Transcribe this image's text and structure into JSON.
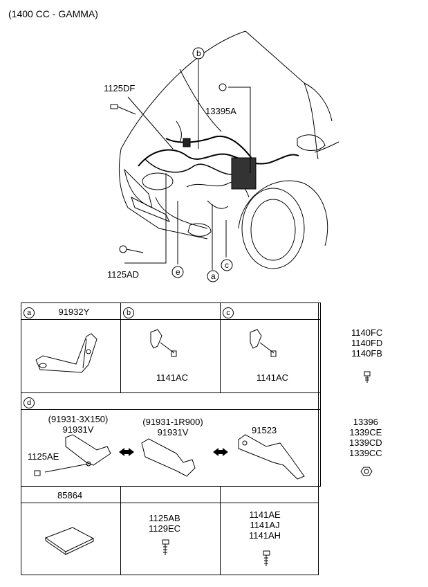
{
  "title": "(1400 CC - GAMMA)",
  "callouts": {
    "c1125DF": "1125DF",
    "c13395A": "13395A",
    "c1125AD": "1125AD",
    "b": "b",
    "c": "c",
    "a": "a",
    "e": "e"
  },
  "table": {
    "row1": {
      "a_letter": "a",
      "a_code": "91932Y",
      "b_letter": "b",
      "b_part": "1141AC",
      "c_letter": "c",
      "c_part": "1141AC",
      "fasteners": [
        "1140FC",
        "1140FD",
        "1140FB"
      ]
    },
    "row2": {
      "d_letter": "d",
      "left_alt": "(91931-3X150)",
      "left_code": "91931V",
      "left_bolt": "1125AE",
      "mid_alt": "(91931-1R900)",
      "mid_code": "91931V",
      "right_code": "91523",
      "nuts": [
        "13396",
        "1339CE",
        "1339CD",
        "1339CC"
      ]
    },
    "row3": {
      "pad_code": "85864",
      "bolts_mid": [
        "1125AB",
        "1129EC"
      ],
      "bolts_right": [
        "1141AE",
        "1141AJ",
        "1141AH"
      ]
    }
  }
}
